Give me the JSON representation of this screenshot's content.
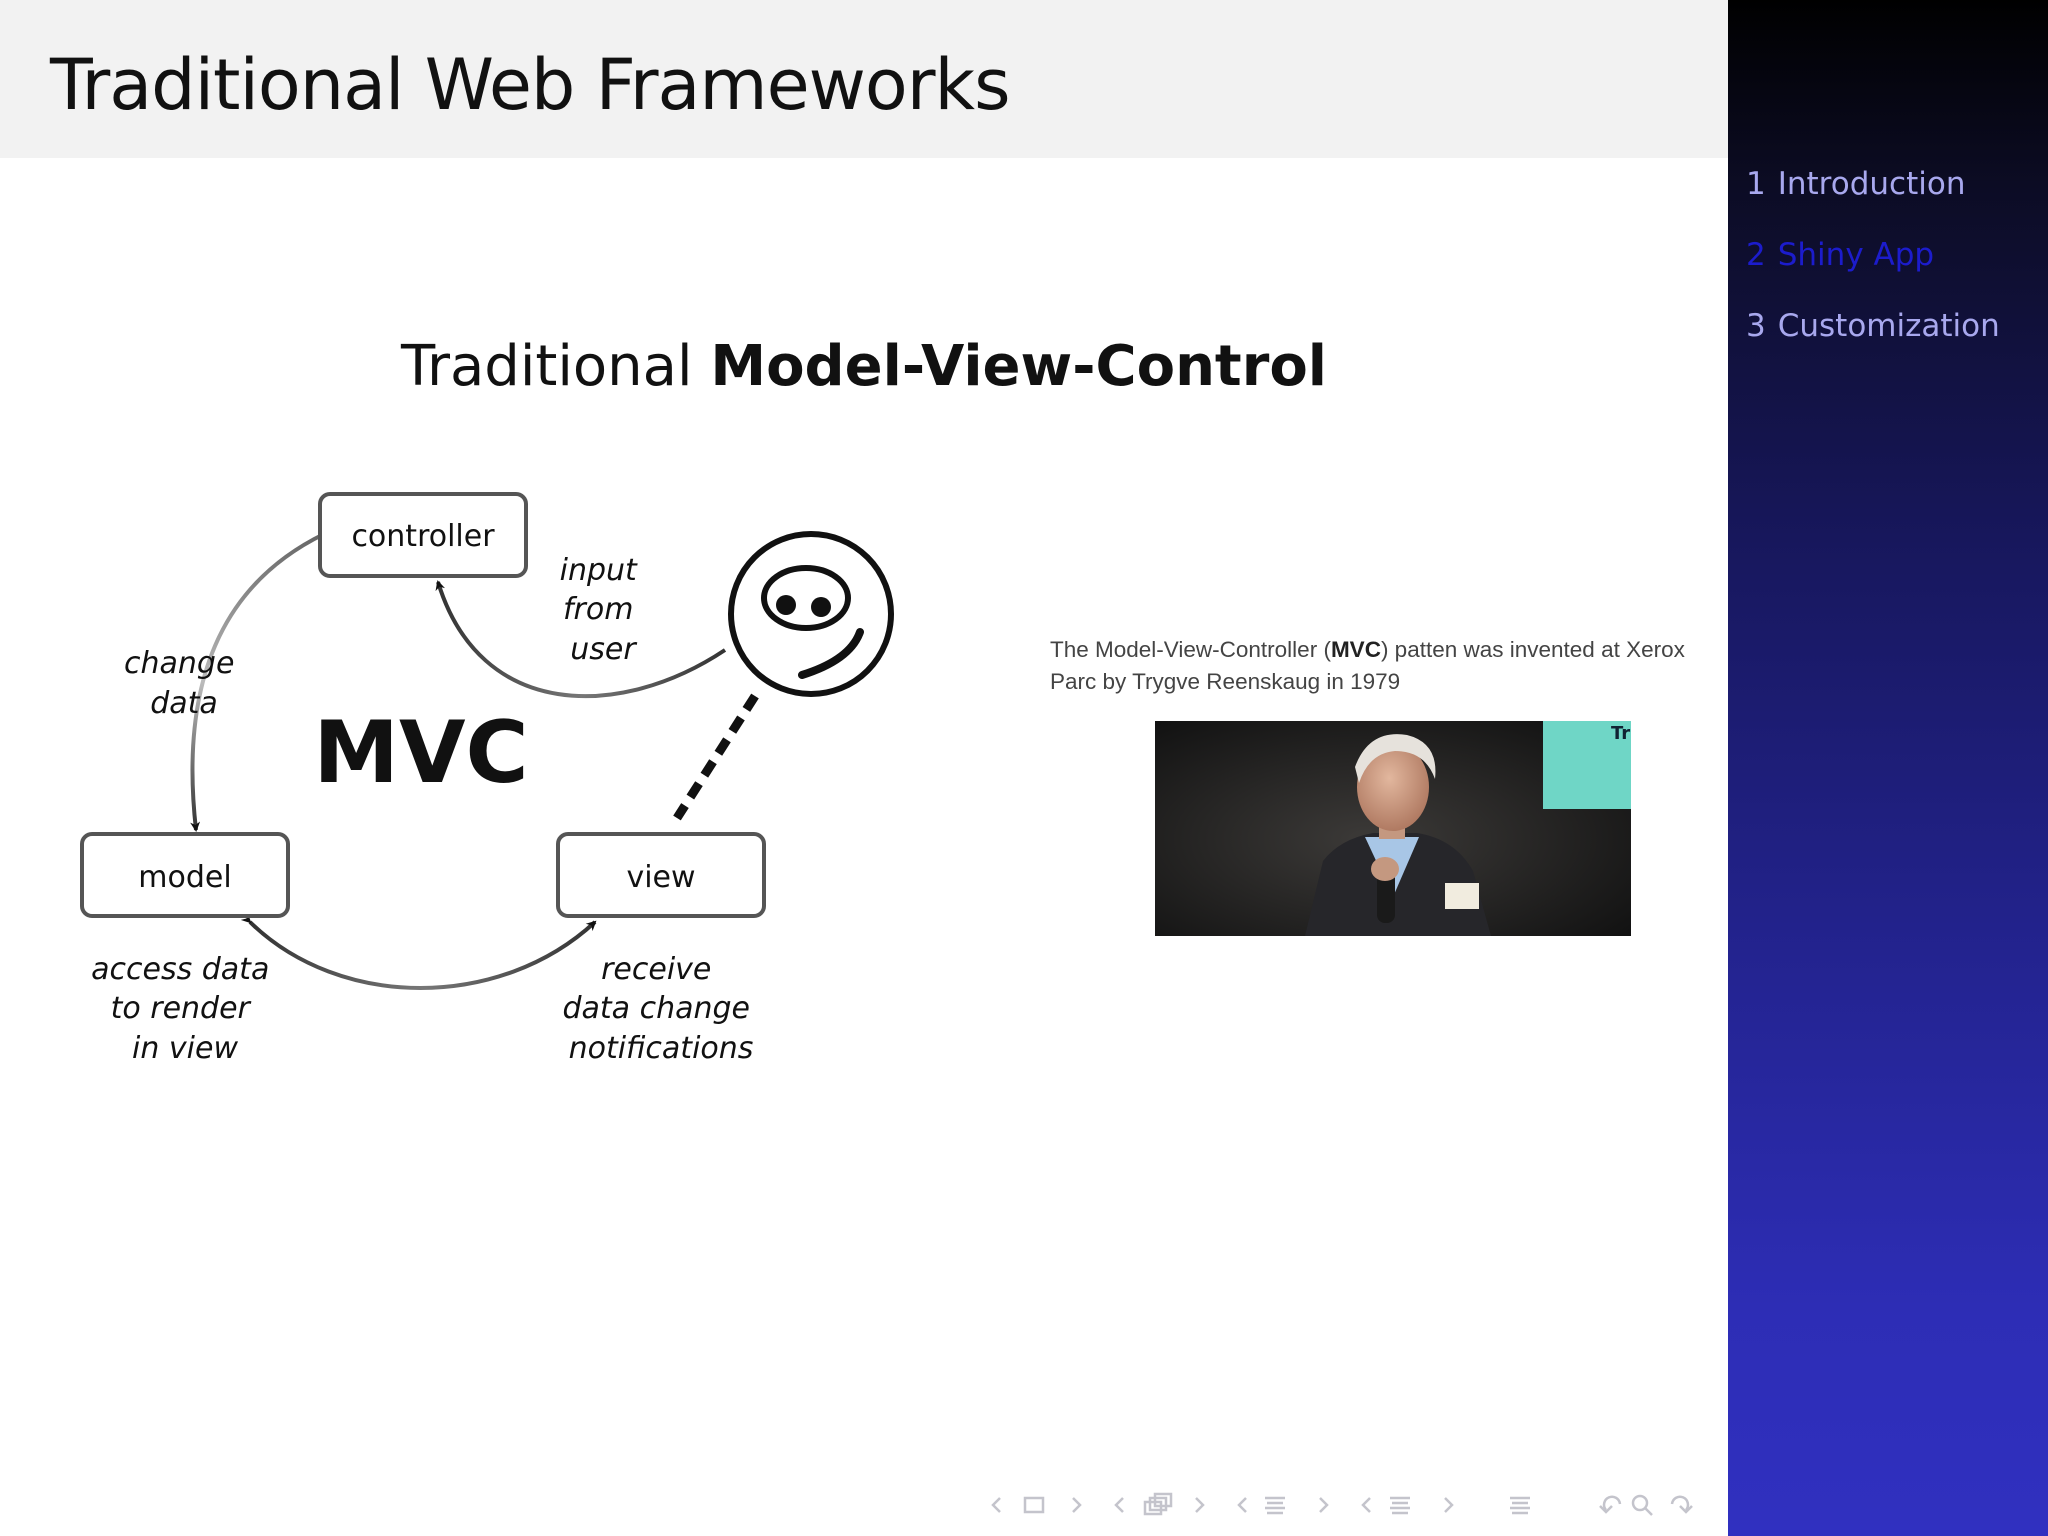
{
  "frame": {
    "title": "Traditional Web Frameworks"
  },
  "sidebar": {
    "items": [
      {
        "number": "1",
        "label": "Introduction"
      },
      {
        "number": "2",
        "label": "Shiny App"
      },
      {
        "number": "3",
        "label": "Customization"
      }
    ]
  },
  "subtitle": {
    "prefix": "Traditional ",
    "bold": "Model-View-Control"
  },
  "diagram": {
    "boxes": {
      "controller": "controller",
      "model": "model",
      "view": "view"
    },
    "center_label": "MVC",
    "annotations": {
      "input": [
        "input",
        "from",
        "user"
      ],
      "change": [
        "change",
        "data"
      ],
      "access": [
        "access data",
        "to render",
        "in view"
      ],
      "receive": [
        "receive",
        "data change",
        "notifications"
      ]
    }
  },
  "caption": {
    "part1": "The Model-View-Controller (",
    "bold": "MVC",
    "part2": ") patten was invented at Xerox Parc by Trygve Reenskaug in 1979"
  },
  "photo": {
    "corner_text": "Tr"
  },
  "colors": {
    "sidebar_active": "#1c1ccc",
    "sidebar_inactive": "#a8a8ee",
    "header_bg": "#f2f2f2",
    "nav_icon": "#c4c4cc"
  },
  "navigation": {
    "icons": [
      "nav-frame-back-icon",
      "nav-frame-icon",
      "nav-frame-forward-icon",
      "nav-subsection-back-icon",
      "nav-subsection-icon",
      "nav-subsection-forward-icon",
      "nav-section-back-icon",
      "nav-section-icon",
      "nav-section-forward-icon",
      "nav-subsec-back-icon",
      "nav-subsec-icon",
      "nav-subsec-forward-icon",
      "nav-outline-icon",
      "nav-undo-icon",
      "nav-search-icon",
      "nav-redo-icon"
    ]
  }
}
